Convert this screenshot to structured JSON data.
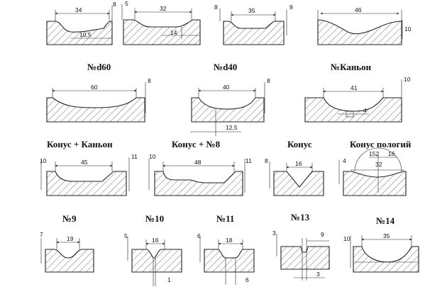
{
  "profiles": [
    {
      "id": "p1",
      "label": "",
      "dims": [
        "34",
        "8",
        "10,5"
      ]
    },
    {
      "id": "p2",
      "label": "",
      "dims": [
        "5",
        "32",
        "14"
      ]
    },
    {
      "id": "p3",
      "label": "",
      "dims": [
        "8",
        "35",
        "9"
      ]
    },
    {
      "id": "p4",
      "label": "",
      "dims": [
        "46",
        "10"
      ]
    },
    {
      "id": "p5",
      "label": "№d60",
      "dims": [
        "60",
        "8"
      ]
    },
    {
      "id": "p6",
      "label": "№d40",
      "dims": [
        "40",
        "8",
        "12,5"
      ]
    },
    {
      "id": "p7",
      "label": "№Каньон",
      "dims": [
        "41",
        "10",
        "4"
      ]
    },
    {
      "id": "p8",
      "label": "Конус + Каньон",
      "dims": [
        "10",
        "45",
        "11"
      ]
    },
    {
      "id": "p9",
      "label": "Конус + №8",
      "dims": [
        "10",
        "48",
        "11"
      ]
    },
    {
      "id": "p10",
      "label": "Конус",
      "dims": [
        "8",
        "16"
      ]
    },
    {
      "id": "p11",
      "label": "Конус пологий",
      "dims": [
        "4",
        "152",
        "16",
        "32"
      ]
    },
    {
      "id": "p12",
      "label": "№9",
      "dims": [
        "7",
        "19"
      ]
    },
    {
      "id": "p13",
      "label": "№10",
      "dims": [
        "5",
        "16",
        "1"
      ]
    },
    {
      "id": "p14",
      "label": "№11",
      "dims": [
        "6",
        "18",
        "6"
      ]
    },
    {
      "id": "p15",
      "label": "№13",
      "dims": [
        "3",
        "9",
        "3"
      ]
    },
    {
      "id": "p16",
      "label": "№14",
      "dims": [
        "10",
        "35"
      ]
    }
  ]
}
